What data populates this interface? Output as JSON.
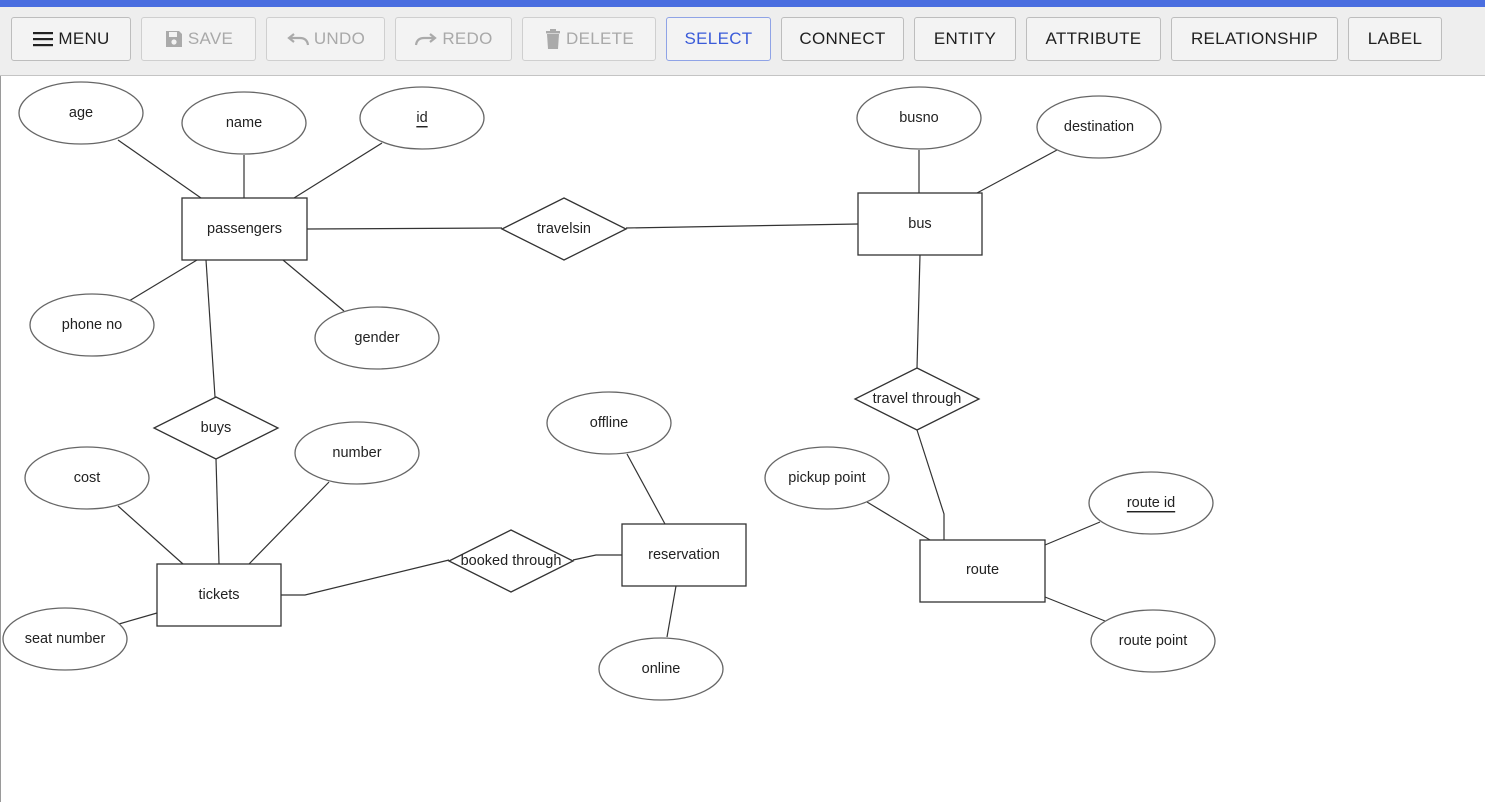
{
  "toolbar": {
    "menu": "MENU",
    "save": "SAVE",
    "undo": "UNDO",
    "redo": "REDO",
    "delete": "DELETE",
    "select": "SELECT",
    "connect": "CONNECT",
    "entity": "ENTITY",
    "attribute": "ATTRIBUTE",
    "relationship": "RELATIONSHIP",
    "label": "LABEL"
  },
  "colors": {
    "accent_bar": "#4a6ee0",
    "active_button": "#3a5bd9"
  },
  "diagram": {
    "entities": {
      "passengers": "passengers",
      "bus": "bus",
      "tickets": "tickets",
      "reservation": "reservation",
      "route": "route"
    },
    "relationships": {
      "travelsin": "travelsin",
      "buys": "buys",
      "booked_through": "booked through",
      "travel_through": "travel through"
    },
    "attributes": {
      "age": "age",
      "name": "name",
      "id": "id",
      "phone_no": "phone no",
      "gender": "gender",
      "busno": "busno",
      "destination": "destination",
      "cost": "cost",
      "number": "number",
      "seat_number": "seat number",
      "offline": "offline",
      "online": "online",
      "pickup_point": "pickup point",
      "route_id": "route id",
      "route_point": "route point"
    }
  }
}
